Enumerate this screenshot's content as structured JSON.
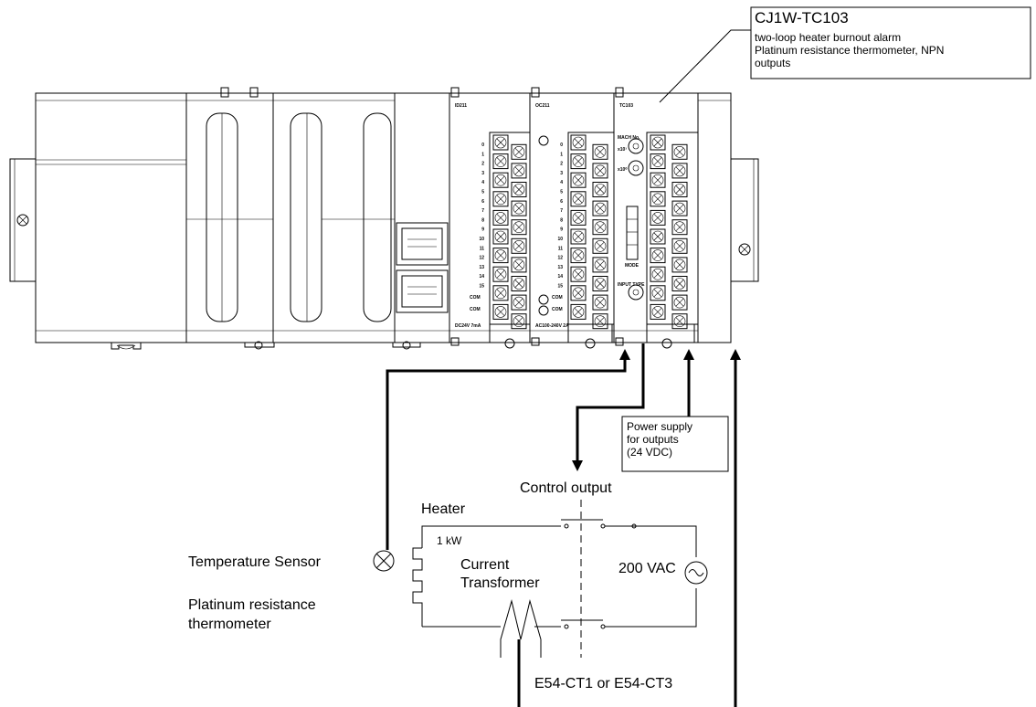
{
  "callout": {
    "model": "CJ1W-TC103",
    "line1": "two-loop heater burnout alarm",
    "line2": "Platinum resistance thermometer, NPN",
    "line3": "outputs"
  },
  "module_labels": {
    "m1": "ID211",
    "m2": "OC211",
    "m3": "TC103",
    "m1_bottom": "DC24V 7mA",
    "m2_bottom": "AC100-240V 2A",
    "com": "COM",
    "mode": "MODE",
    "input_type": "INPUT TYPE",
    "mach_no": "MACH No.",
    "x10": "x10¹",
    "x10b": "x10⁰",
    "terminal_numbers": [
      "0",
      "1",
      "2",
      "3",
      "4",
      "5",
      "6",
      "7",
      "8",
      "9",
      "10",
      "11",
      "12",
      "13",
      "14",
      "15"
    ]
  },
  "power_box": {
    "line1": "Power supply",
    "line2": "for outputs",
    "line3": "(24 VDC)"
  },
  "circuit": {
    "control_output": "Control output",
    "heater": "Heater",
    "heater_rating": "1 kW",
    "sensor": "Temperature Sensor",
    "sensor_type_line1": "Platinum resistance",
    "sensor_type_line2": "thermometer",
    "ct_line1": "Current",
    "ct_line2": "Transformer",
    "supply": "200 VAC",
    "ct_model": "E54-CT1 or E54-CT3"
  }
}
